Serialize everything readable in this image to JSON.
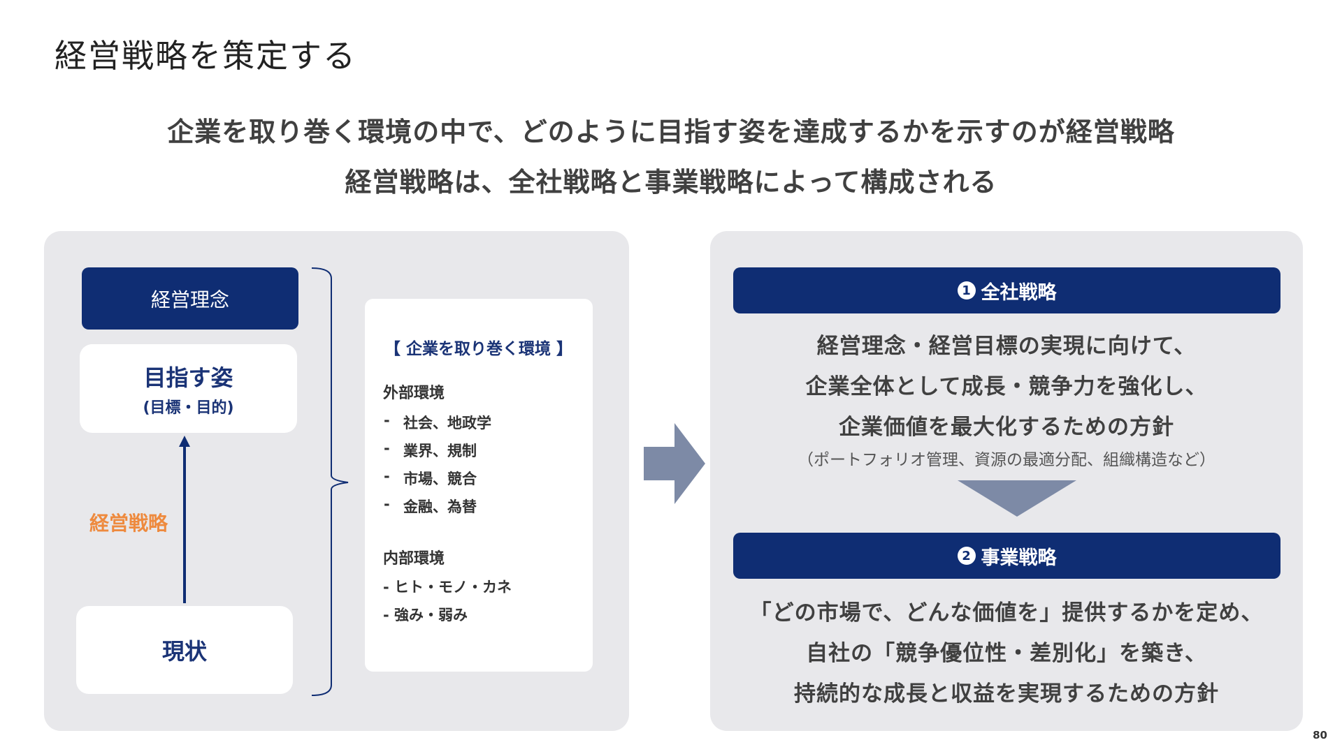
{
  "page": {
    "title": "経営戦略を策定する",
    "subtitle_line1": "企業を取り巻く環境の中で、どのように目指す姿を達成するかを示すのが経営戦略",
    "subtitle_line2": "経営戦略は、全社戦略と事業戦略によって構成される",
    "page_number": "80"
  },
  "left": {
    "philosophy": "経営理念",
    "goal_title": "目指す姿",
    "goal_sub": "(目標・目的)",
    "strategy_label": "経営戦略",
    "current": "現状",
    "environment": {
      "heading": "【 企業を取り巻く環境 】",
      "external_title": "外部環境",
      "external_items": [
        {
          "bullet": "-",
          "text": "社会、地政学"
        },
        {
          "bullet": "-",
          "text": "業界、規制"
        },
        {
          "bullet": "-",
          "text": "市場、競合"
        },
        {
          "bullet": "-",
          "text": "金融、為替"
        }
      ],
      "internal_title": "内部環境",
      "internal_items": [
        "- ヒト・モノ・カネ",
        "- 強み・弱み"
      ]
    }
  },
  "right": {
    "corporate": {
      "number": "1",
      "title": "全社戦略",
      "lines": [
        "経営理念・経営目標の実現に向けて、",
        "企業全体として成長・競争力を強化し、",
        "企業価値を最大化するための方針"
      ],
      "note": "（ポートフォリオ管理、資源の最適分配、組織構造など）"
    },
    "business": {
      "number": "2",
      "title": "事業戦略",
      "lines": [
        "「どの市場で、どんな価値を」提供するかを定め、",
        "自社の「競争優位性・差別化」を築き、",
        "持続的な成長と収益を実現するための方針"
      ]
    }
  },
  "colors": {
    "navy": "#0f2d73",
    "panel_gray": "#e8e8eb",
    "orange": "#ee8a3e",
    "arrow_gray": "#7d8aa6"
  }
}
